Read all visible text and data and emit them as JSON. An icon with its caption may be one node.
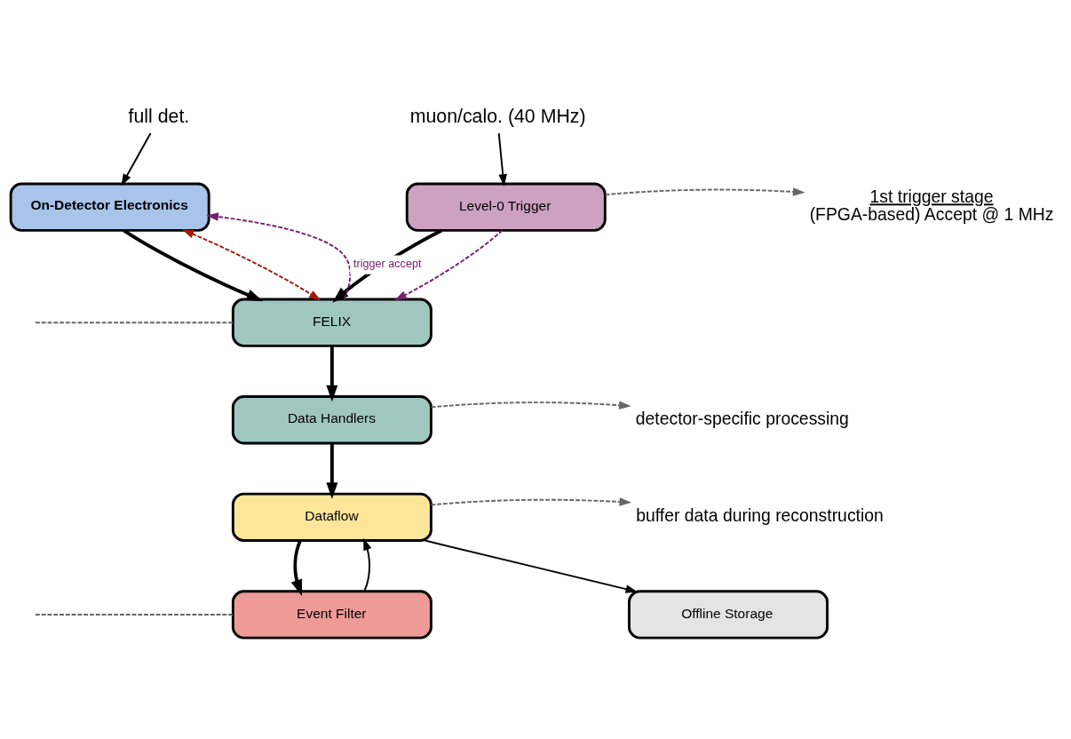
{
  "diagram": {
    "nodes": [
      {
        "text": [
          "On-Detector Electronics"
        ]
      },
      {
        "text": [
          "Level-0 Trigger"
        ]
      },
      {
        "text": [
          "FELIX"
        ]
      },
      {
        "text": [
          "Data Handlers"
        ]
      },
      {
        "text": [
          "Dataflow"
        ]
      },
      {
        "text": [
          "Event Filter"
        ]
      },
      {
        "text": [
          "Offline Storage"
        ]
      },
      {
        "text": [
          "muon/calo. (40 MHz)"
        ]
      },
      {
        "text": [
          "full det."
        ]
      },
      {
        "text": [
          "1st trigger stage",
          "(FPGA-based) Accept @ 1 MHz"
        ]
      },
      {
        "text": [
          "detector-specific processing"
        ]
      },
      {
        "text": [
          "buffer data during reconstruction"
        ]
      }
    ],
    "edges": [
      {
        "from": 7,
        "to": 1,
        "arrow": "to"
      },
      {
        "from": 8,
        "to": 0,
        "arrow": "to"
      },
      {
        "from": 0,
        "to": 2,
        "arrow": "to",
        "style": "thick"
      },
      {
        "from": 0,
        "to": 2,
        "arrow": "both",
        "style": "dashed",
        "color": "#9b1c0b"
      },
      {
        "from": 2,
        "to": 0,
        "arrow": "to",
        "style": "dashed",
        "color": "#74246c",
        "label": "trigger accept"
      },
      {
        "from": 1,
        "to": 2,
        "arrow": "to",
        "style": "thick"
      },
      {
        "from": 1,
        "to": 2,
        "arrow": "to",
        "style": "dashed",
        "color": "#74246c"
      },
      {
        "from": 2,
        "to": 3,
        "arrow": "to",
        "style": "thick"
      },
      {
        "from": 3,
        "to": 4,
        "arrow": "to",
        "style": "thick"
      },
      {
        "from": 4,
        "to": 5,
        "arrow": "to",
        "style": "thick"
      },
      {
        "from": 5,
        "to": 4,
        "arrow": "to"
      },
      {
        "from": 4,
        "to": 6,
        "arrow": "to"
      },
      {
        "from": 1,
        "to": 9,
        "arrow": "to",
        "style": "dashed",
        "color": "#666666"
      },
      {
        "from": 3,
        "to": 10,
        "arrow": "to",
        "style": "dashed",
        "color": "#666666"
      },
      {
        "from": 4,
        "to": 11,
        "arrow": "to",
        "style": "dashed",
        "color": "#666666"
      },
      {
        "from": null,
        "to": 2,
        "arrow": "none",
        "style": "dashed",
        "color": "#666666"
      },
      {
        "from": null,
        "to": 5,
        "arrow": "none",
        "style": "dashed",
        "color": "#666666"
      }
    ]
  }
}
